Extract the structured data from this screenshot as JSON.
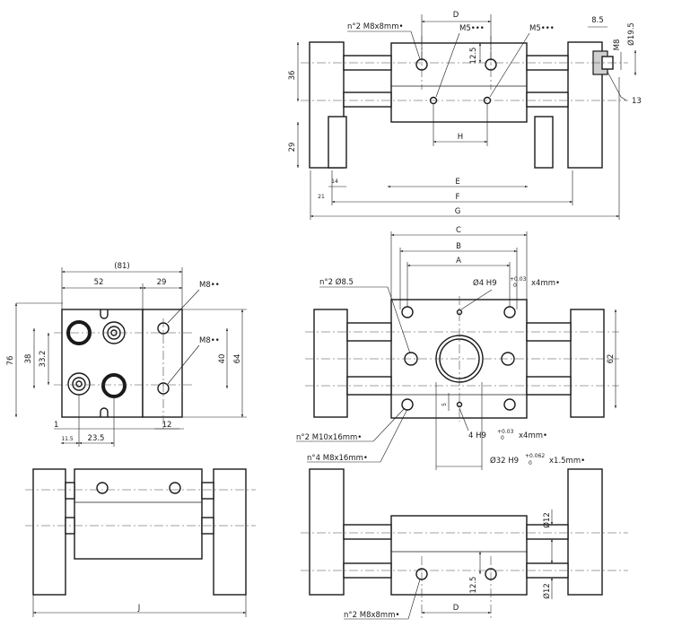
{
  "top_view": {
    "label_D": "D",
    "label_H": "H",
    "label_E": "E",
    "label_F": "F",
    "label_G": "G",
    "dim_36": "36",
    "dim_29": "29",
    "dim_14": "14",
    "dim_21": "21",
    "dim_12_5": "12.5",
    "dim_8_5": "8.5",
    "dim_M8": "M8",
    "dim_19_5": "Ø19.5",
    "dim_13": "13",
    "note_m8x8": "n°2  M8x8mm•",
    "note_m5_a": "M5•••",
    "note_m5_b": "M5•••"
  },
  "side_view": {
    "dim_81": "(81)",
    "dim_52": "52",
    "dim_29": "29",
    "dim_76": "76",
    "dim_38": "38",
    "dim_33_2": "33.2",
    "dim_40": "40",
    "dim_64": "64",
    "dim_1": "1",
    "dim_11_5": "11.5",
    "dim_23_5": "23.5",
    "dim_12": "12",
    "note_m8_a": "M8••",
    "note_m8_b": "M8••"
  },
  "front_view": {
    "label_A": "A",
    "label_B": "B",
    "label_C": "C",
    "dim_62": "62",
    "dim_5": "5",
    "note_d85": "n°2  Ø8.5",
    "note_m10": "n°2  M10x16mm•",
    "note_m8x16": "n°4  M8x16mm•",
    "note_d4": "Ø4  H9",
    "note_d4_tol_up": "+0.03",
    "note_d4_tol_low": "0",
    "note_d4_depth": "x4mm•",
    "note_4": "4  H9",
    "note_4_tol_up": "+0.03",
    "note_4_tol_low": "0",
    "note_4_depth": "x4mm•",
    "note_d32": "Ø32  H9",
    "note_d32_tol_up": "+0.062",
    "note_d32_tol_low": "0",
    "note_d32_depth": "x1.5mm•"
  },
  "bottom_left_view": {
    "label_J": "J"
  },
  "bottom_right_view": {
    "dim_12_a": "Ø12",
    "dim_12_b": "Ø12",
    "dim_12_5": "12.5",
    "label_D": "D",
    "note_m8x8": "n°2  M8x8mm•"
  }
}
